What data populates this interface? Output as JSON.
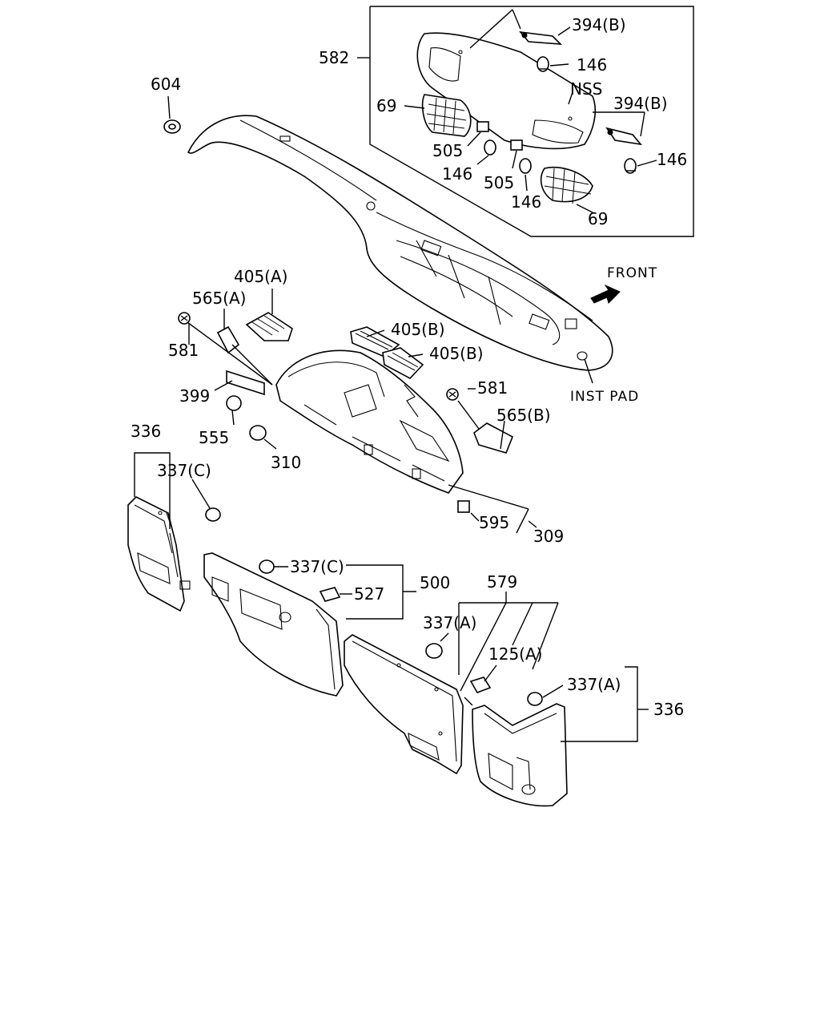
{
  "diagram": {
    "labels": {
      "p604": "604",
      "p582": "582",
      "p394b_top": "394(B)",
      "p146_top": "146",
      "p69_left": "69",
      "nss": "NSS",
      "p394b_mid": "394(B)",
      "p505_left": "505",
      "p146_mid_left": "146",
      "p146_right": "146",
      "p505_mid": "505",
      "p146_mid": "146",
      "p69_right": "69",
      "front": "FRONT",
      "p405a": "405(A)",
      "p565a": "565(A)",
      "p581_left": "581",
      "p405b_top": "405(B)",
      "p405b_bottom": "405(B)",
      "p581_right": "581",
      "inst_pad": "INST PAD",
      "p399": "399",
      "p565b": "565(B)",
      "p555": "555",
      "p336_left": "336",
      "p310": "310",
      "p337c_left": "337(C)",
      "p595": "595",
      "p309": "309",
      "p337c_mid": "337(C)",
      "p579": "579",
      "p500": "500",
      "p527": "527",
      "p337a_mid": "337(A)",
      "p125a": "125(A)",
      "p337a_right": "337(A)",
      "p336_right": "336"
    }
  }
}
